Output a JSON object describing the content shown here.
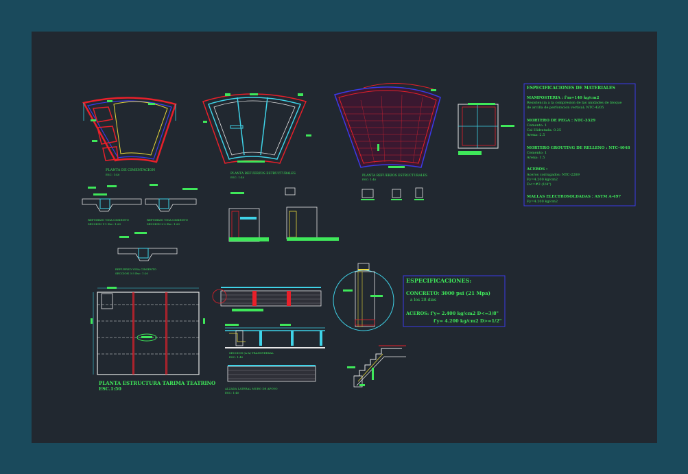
{
  "colors": {
    "background": "#212830",
    "frame": "#1a4a5c",
    "text": "#3fe85a",
    "line_red": "#e8202a",
    "line_cyan": "#3fd3e8",
    "line_white": "#e8e8e8",
    "line_yellow": "#e8d83a",
    "line_blue": "#3a3ae8",
    "line_magenta": "#d83ae8"
  },
  "labels": {
    "planta_cimentacion": "PLANTA DE CIMENTACION",
    "planta_cimentacion_esc": "ESC: 1:40",
    "planta_refuerzos_a": "PLANTA REFUERZOS ESTRUCTURALES",
    "planta_refuerzos_a_esc": "ESC: 1:40",
    "planta_refuerzos_b": "PLANTA REFUERZOS ESTRUCTURALES",
    "planta_refuerzos_b_esc": "ESC: 1:40",
    "viga_1": "REFUERZO VIGA CIMIENTO",
    "viga_1_sec": "SECCION 1-1 Esc: 1:20",
    "viga_2": "REFUERZO VIGA CIMIENTO",
    "viga_2_sec": "SECCION 2-2 Esc: 1:20",
    "viga_3": "REFUERZO VIGA CIMIENTO",
    "viga_3_sec": "SECCION 3-3 Esc: 1:20",
    "planta_tarima": "PLANTA ESTRUCTURA TARIMA TEATRINO",
    "planta_tarima_esc": "ESC.1:50",
    "seccion_aa": "SECCION (A-A) TRANSVERSAL",
    "seccion_aa_esc": "ESC: 1:40",
    "alzada": "ALZADA LATERAL MURO DE APOYO",
    "alzada_esc": "ESC: 1:40"
  },
  "spec_materiales": {
    "title": "ESPECIFICACIONES DE MATERIALES",
    "mamposteria": "MAMPOSTERIA : f'm=140 kg/cm2",
    "mamposteria_l1": "Resistencia a la compresion de las unidades de bloque",
    "mamposteria_l2": "de arcilla de perforacion vertical; NTC-4205",
    "mortero_pega": "MORTERO DE PEGA : NTC-3329",
    "mortero_pega_l1": "Cemento: 1",
    "mortero_pega_l2": "Cal Hidratada: 0.25",
    "mortero_pega_l3": "Arena: 2.5",
    "mortero_grout": "MORTERO GROUTING DE RELLENO : NTC-4048",
    "mortero_grout_l1": "Cemento: 1",
    "mortero_grout_l2": "Arena: 1.5",
    "aceros": "ACEROS :",
    "aceros_l1": "Aceros corrugados: NTC-2289",
    "aceros_l2": "Fy=4.200 kg/cm2",
    "aceros_l3": "D<=#2 (1/4\")",
    "mallas": "MALLAS ELECTROSOLDADAS : ASTM A-497",
    "mallas_l1": "Fy=4.200 kg/cm2"
  },
  "spec_concreto": {
    "title": "ESPECIFICACIONES:",
    "concreto": "CONCRETO: 3000 psi (21 Mpa)",
    "concreto_l2": "a los 28 dias",
    "aceros_l1": "ACEROS: f'y= 2.400 kg/cm2 D<=3/8\"",
    "aceros_l2": "f'y= 4.200 kg/cm2 D>=1/2\""
  }
}
